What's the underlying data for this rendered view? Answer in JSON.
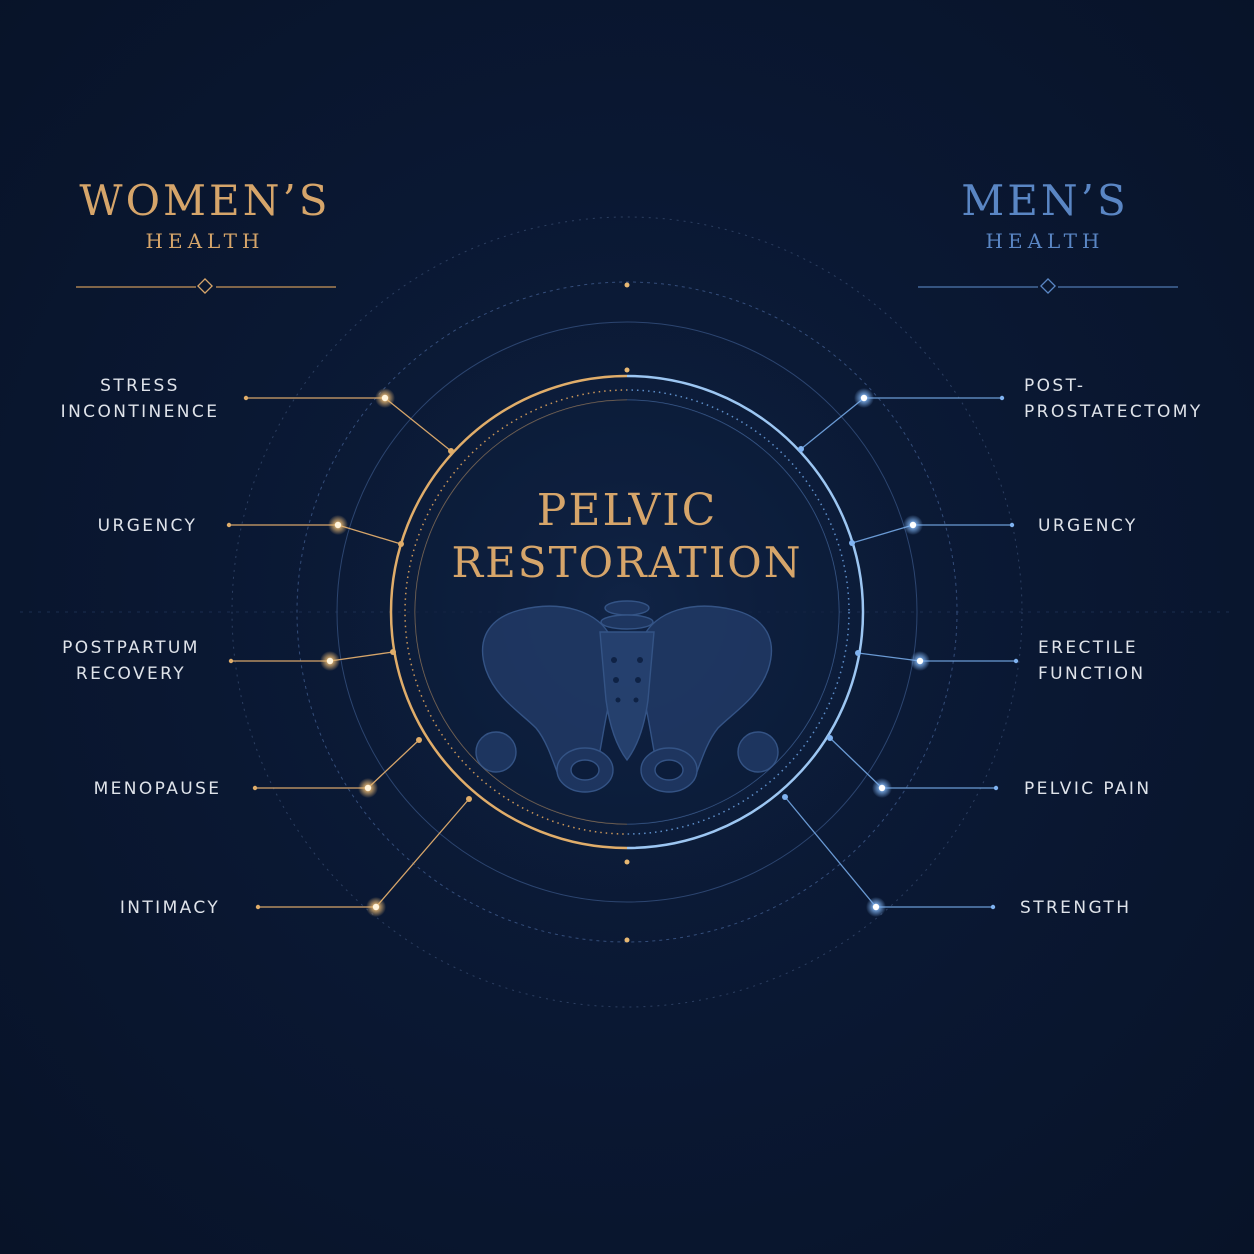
{
  "women": {
    "title": "WOMEN’S",
    "subtitle": "HEALTH",
    "items": [
      {
        "lines": [
          "STRESS",
          "INCONTINENCE"
        ]
      },
      {
        "lines": [
          "URGENCY"
        ]
      },
      {
        "lines": [
          "POSTPARTUM",
          "RECOVERY"
        ]
      },
      {
        "lines": [
          "MENOPAUSE"
        ]
      },
      {
        "lines": [
          "INTIMACY"
        ]
      }
    ]
  },
  "men": {
    "title": "MEN’S",
    "subtitle": "HEALTH",
    "items": [
      {
        "lines": [
          "POST-",
          "PROSTATECTOMY"
        ]
      },
      {
        "lines": [
          "URGENCY"
        ]
      },
      {
        "lines": [
          "ERECTILE",
          "FUNCTION"
        ]
      },
      {
        "lines": [
          "PELVIC PAIN"
        ]
      },
      {
        "lines": [
          "STRENGTH"
        ]
      }
    ]
  },
  "center": {
    "line1": "PELVIC",
    "line2": "RESTORATION",
    "illustration": "pelvis-icon"
  },
  "colors": {
    "gold": "#d6a56a",
    "blue": "#5a86c4",
    "background": "#0a1833",
    "text": "#dfe3ea"
  }
}
